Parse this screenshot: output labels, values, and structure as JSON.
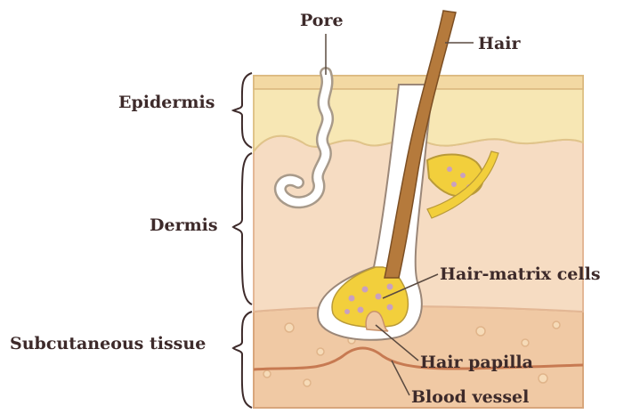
{
  "labels": {
    "pore": "Pore",
    "hair": "Hair",
    "epidermis": "Epidermis",
    "dermis": "Dermis",
    "hair_matrix_cells": "Hair-matrix cells",
    "subcutaneous_tissue": "Subcutaneous tissue",
    "hair_papilla": "Hair papilla",
    "blood_vessel": "Blood vessel"
  },
  "colors": {
    "epidermis": "#f7e7b4",
    "dermis": "#f6dcc2",
    "subcutaneous": "#f0c9a4",
    "hair": "#b57a3c",
    "gland_yellow": "#f2cf3c",
    "matrix_dot": "#c9a0c0",
    "vessel": "#c77a52",
    "label_text": "#3d2a2a"
  }
}
